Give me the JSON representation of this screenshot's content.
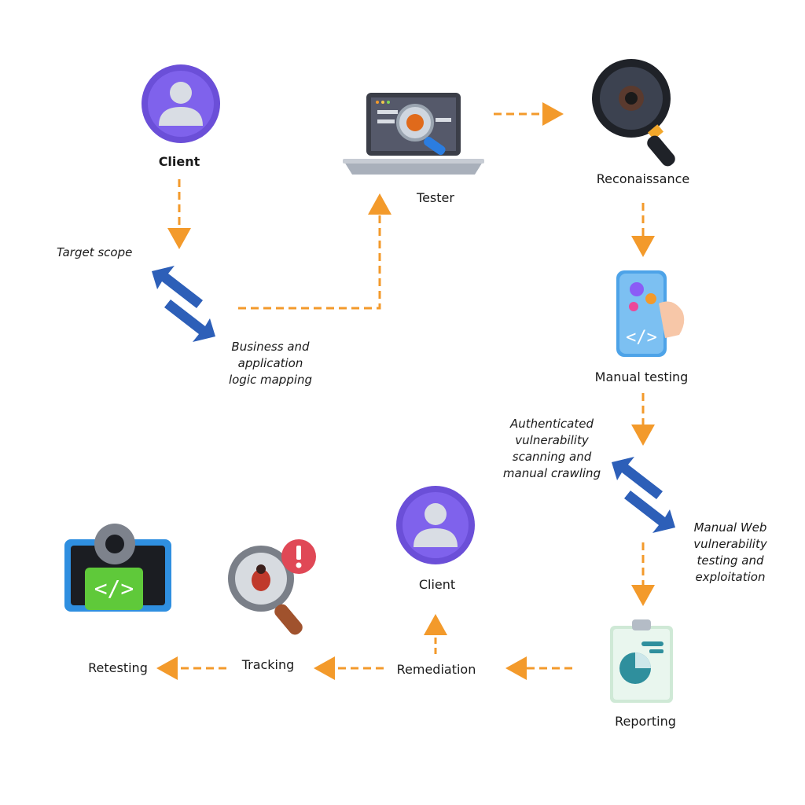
{
  "nodes": {
    "client_top": "Client",
    "tester": "Tester",
    "recon": "Reconaissance",
    "manual_testing": "Manual testing",
    "reporting": "Reporting",
    "client_bottom": "Client",
    "remediation": "Remediation",
    "tracking": "Tracking",
    "retesting": "Retesting"
  },
  "notes": {
    "target_scope": "Target scope",
    "business_line1": "Business and",
    "business_line2": "application",
    "business_line3": "logic mapping",
    "auth_line1": "Authenticated",
    "auth_line2": "vulnerability",
    "auth_line3": "scanning and",
    "auth_line4": "manual crawling",
    "web_line1": "Manual Web",
    "web_line2": "vulnerability",
    "web_line3": "testing and",
    "web_line4": "exploitation"
  },
  "colors": {
    "arrow": "#f39a2b",
    "swap_arrow": "#2d5fb8",
    "avatar": "#6b4fd8"
  },
  "icons": {
    "client_top": "user-avatar-icon",
    "tester": "laptop-search-icon",
    "recon": "magnifier-icon",
    "manual_testing": "code-document-icon",
    "reporting": "clipboard-chart-icon",
    "client_bottom": "user-avatar-icon",
    "tracking": "bug-search-icon",
    "retesting": "monitor-code-icon",
    "swap": "swap-arrows-icon"
  }
}
